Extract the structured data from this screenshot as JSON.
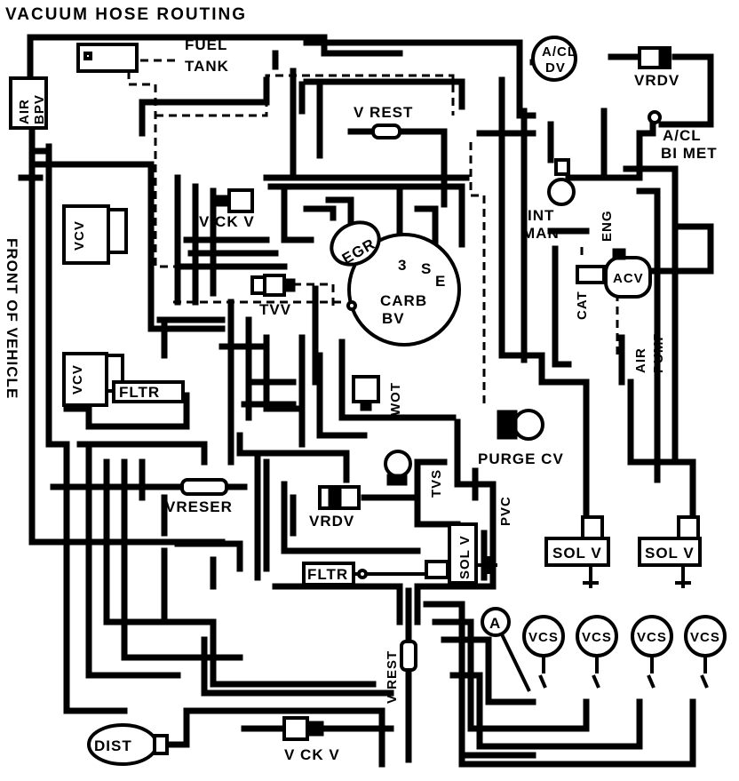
{
  "diagram": {
    "title": "VACUUM HOSE ROUTING",
    "side_label": "FRONT OF VEHICLE",
    "labels": {
      "air_bpv_top": "AIR",
      "air_bpv_bottom": "BPV",
      "fuel": "FUEL",
      "tank": "TANK",
      "ac_dv_top": "A/CL",
      "ac_dv_bottom": "DV",
      "vrdv_top": "VRDV",
      "ac_bimet_top": "A/CL",
      "ac_bimet_bottom": "BI MET",
      "v_rest_top": "V REST",
      "vck_v_top": "V CK V",
      "int": "INT",
      "man": "MAN",
      "eng": "ENG",
      "acv": "ACV",
      "cat": "CAT",
      "air": "AIR",
      "pump": "PUMP",
      "egr": "EGR",
      "carb": "CARB",
      "bv": "BV",
      "port_3": "3",
      "port_s": "S",
      "port_e": "E",
      "tvv": "TVV",
      "vcv_top": "VCV",
      "vcv_mid": "VCV",
      "fltr_mid": "FLTR",
      "wot": "WOT",
      "purge_cv": "PURGE CV",
      "tvs": "TVS",
      "vreser": "VRESER",
      "vrdv_mid": "VRDV",
      "pvc": "PVC",
      "sol_v_vertical": "SOL V",
      "fltr_low": "FLTR",
      "sol_v_1": "SOL V",
      "sol_v_2": "SOL V",
      "a_marker": "A",
      "vcs_1": "VCS",
      "vcs_2": "VCS",
      "vcs_3": "VCS",
      "vcs_4": "VCS",
      "v_rest_vertical": "V REST",
      "dist": "DIST",
      "vck_v_bottom": "V CK V"
    }
  }
}
